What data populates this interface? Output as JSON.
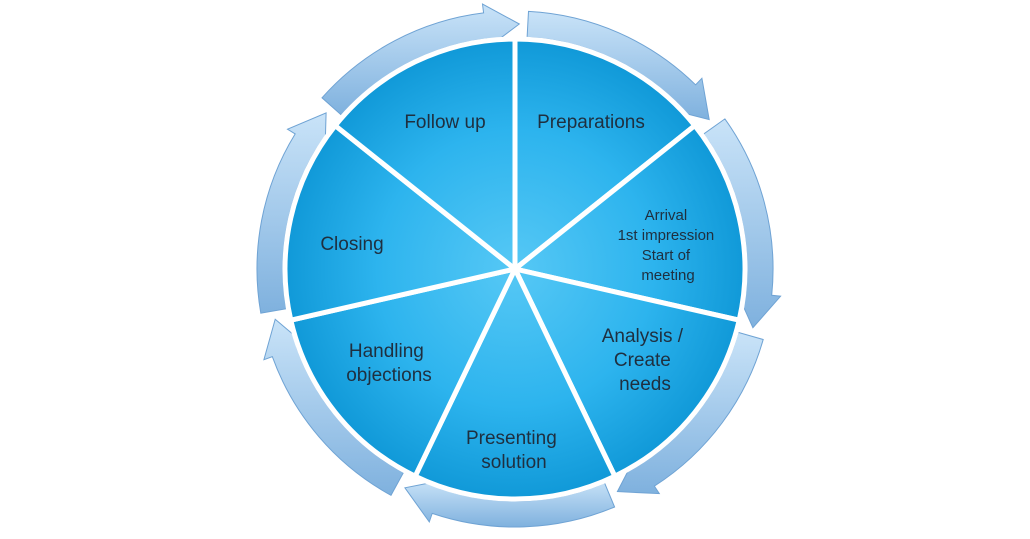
{
  "diagram": {
    "segments": [
      {
        "id": "follow-up",
        "lines": [
          "Follow up"
        ]
      },
      {
        "id": "preparations",
        "lines": [
          "Preparations"
        ]
      },
      {
        "id": "arrival",
        "lines": [
          "Arrival",
          "1st impression",
          "Start of",
          "meeting"
        ]
      },
      {
        "id": "analysis",
        "lines": [
          "Analysis /",
          "Create",
          "needs"
        ]
      },
      {
        "id": "presenting",
        "lines": [
          "Presenting",
          "solution"
        ]
      },
      {
        "id": "handling",
        "lines": [
          "Handling",
          "objections"
        ]
      },
      {
        "id": "closing",
        "lines": [
          "Closing"
        ]
      }
    ],
    "colors": {
      "segment_light": "#33b9f2",
      "segment_dark": "#0a93d3",
      "ring_light": "#c9e3f8",
      "ring_dark": "#7fb1de",
      "separator": "#ffffff",
      "text": "#1f2f3f"
    }
  }
}
